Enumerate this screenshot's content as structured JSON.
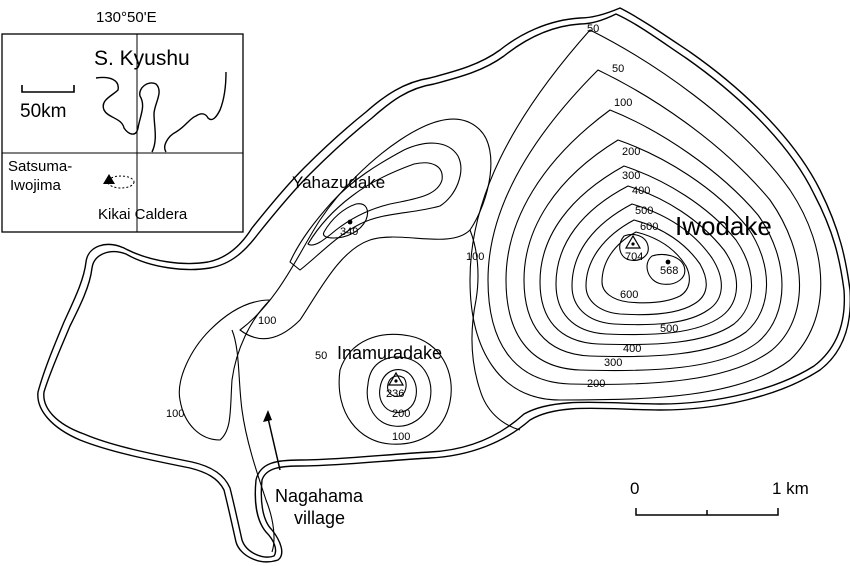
{
  "inset": {
    "longitude": "130°50'E",
    "region": "S. Kyushu",
    "scale_label": "50km",
    "island": "Satsuma-\nIwojima",
    "island_line1": "Satsuma-",
    "island_line2": "Iwojima",
    "caldera": "Kikai Caldera"
  },
  "peaks": [
    {
      "name": "Iwodake",
      "summit": "704",
      "secondary": "568"
    },
    {
      "name": "Yahazudake",
      "summit": "349"
    },
    {
      "name": "Inamuradake",
      "summit": "236"
    }
  ],
  "village": {
    "line1": "Nagahama",
    "line2": "village"
  },
  "contour_labels": {
    "c50a": "50",
    "c50b": "50",
    "c50c": "50",
    "c100a": "100",
    "c100b": "100",
    "c100c": "100",
    "c100d": "100",
    "c100e": "100",
    "c200a": "200",
    "c200b": "200",
    "c200c": "200",
    "c300a": "300",
    "c300b": "300",
    "c400a": "400",
    "c400b": "400",
    "c500a": "500",
    "c500b": "500",
    "c600a": "600",
    "c600b": "600"
  },
  "scale_bar": {
    "start": "0",
    "end": "1 km"
  }
}
